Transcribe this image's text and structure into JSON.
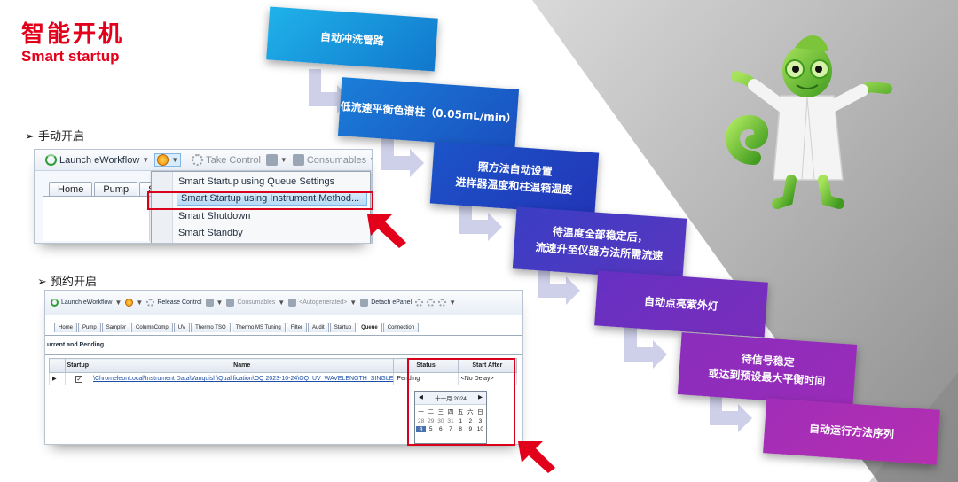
{
  "slide": {
    "title_cn": "智能开机",
    "title_en": "Smart startup",
    "manual_label": "➢ 手动开启",
    "scheduled_label": "➢ 预约开启"
  },
  "manual_screenshot": {
    "toolbar": {
      "launch": "Launch eWorkflow",
      "take_control": "Take Control",
      "consumables": "Consumables"
    },
    "tabs": [
      "Home",
      "Pump",
      "Sam"
    ],
    "menu_items": [
      "Smart Startup using Queue Settings",
      "Smart Startup using Instrument Method...",
      "Smart Shutdown",
      "Smart Standby"
    ],
    "selected_index": 1
  },
  "scheduled_screenshot": {
    "toolbar": {
      "launch": "Launch eWorkflow",
      "release_control": "Release Control",
      "consumables": "Consumables",
      "autogenerated": "<Autogenerated>",
      "detach": "Detach ePanel"
    },
    "tabs": [
      "Home",
      "Pump",
      "Sampler",
      "ColumnComp",
      "UV",
      "Thermo TSQ",
      "Thermo MS Tuning",
      "Filter",
      "Audit",
      "Startup",
      "Queue",
      "Connection"
    ],
    "active_tab": "Queue",
    "panel_title": "urrent and Pending",
    "table": {
      "headers": [
        "Startup",
        "Name",
        "Status",
        "Start After"
      ],
      "row": {
        "checked": "✓",
        "name": "\\ChromeleonLocal\\Instrument Data\\Vanquish\\Qualification\\OQ 2023-10-24\\OQ_UV_WAVELENGTH_SINGLE",
        "status": "Pending",
        "start_after": "<No Delay>"
      }
    },
    "calendar": {
      "month_year": "十一月 2024",
      "weekdays": [
        "一",
        "二",
        "三",
        "四",
        "五",
        "六",
        "日"
      ],
      "days": [
        "28",
        "29",
        "30",
        "31",
        "1",
        "2",
        "3",
        "4",
        "5",
        "6",
        "7",
        "8",
        "9",
        "10"
      ]
    }
  },
  "steps": [
    {
      "text": "自动冲洗管路"
    },
    {
      "text": "低流速平衡色谱柱（0.05mL/min）"
    },
    {
      "text": "照方法自动设置",
      "text2": "进样器温度和柱温箱温度"
    },
    {
      "text": "待温度全部稳定后，",
      "text2": "流速升至仪器方法所需流速"
    },
    {
      "text": "自动点亮紫外灯"
    },
    {
      "text": "待信号稳定",
      "text2": "或达到预设最大平衡时间"
    },
    {
      "text": "自动运行方法序列"
    }
  ],
  "colors": {
    "title_red": "#e3001b",
    "highlight_red": "#d9001b",
    "step_blue_start": "#1aa3e0",
    "step_purple_end": "#a02ab8"
  }
}
